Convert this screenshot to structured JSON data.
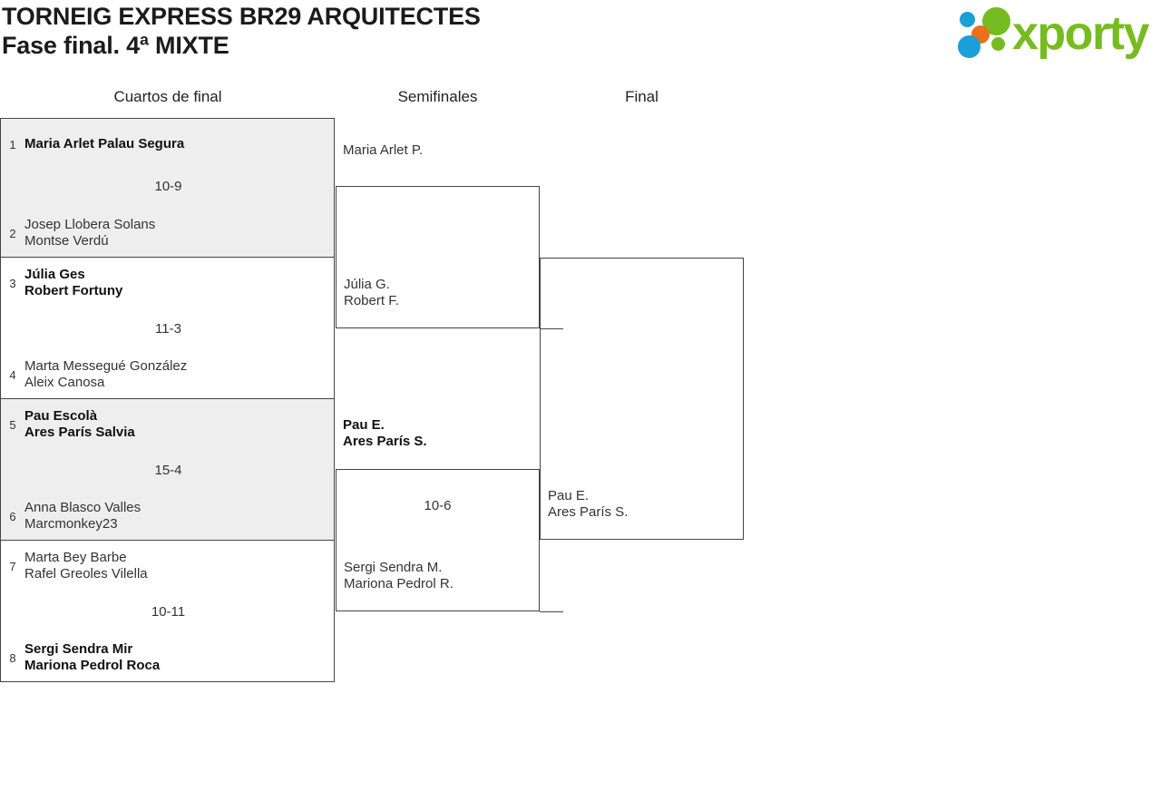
{
  "header": {
    "title_line1": "TORNEIG EXPRESS BR29 ARQUITECTES",
    "title_line2": "Fase final. 4ª MIXTE",
    "logo_text": "xporty",
    "logo_colors": {
      "green": "#76bc21",
      "blue": "#1b9fd9",
      "orange": "#e8711a"
    }
  },
  "rounds": [
    {
      "label": "Cuartos de final"
    },
    {
      "label": "Semifinales"
    },
    {
      "label": "Final"
    }
  ],
  "quarterfinals": [
    {
      "score": "10-9",
      "top": {
        "seed": "1",
        "line1": "Maria Arlet Palau Segura",
        "line2": "",
        "winner": true
      },
      "bottom": {
        "seed": "2",
        "line1": "Josep Llobera Solans",
        "line2": "Montse Verdú",
        "winner": false
      }
    },
    {
      "score": "11-3",
      "top": {
        "seed": "3",
        "line1": "Júlia Ges",
        "line2": "Robert Fortuny",
        "winner": true
      },
      "bottom": {
        "seed": "4",
        "line1": "Marta Messegué González",
        "line2": "Aleix Canosa",
        "winner": false
      }
    },
    {
      "score": "15-4",
      "top": {
        "seed": "5",
        "line1": "Pau Escolà",
        "line2": "Ares París Salvia",
        "winner": true
      },
      "bottom": {
        "seed": "6",
        "line1": "Anna Blasco Valles",
        "line2": "Marcmonkey23",
        "winner": false
      }
    },
    {
      "score": "10-11",
      "top": {
        "seed": "7",
        "line1": "Marta Bey Barbe",
        "line2": "Rafel Greoles Vilella",
        "winner": false
      },
      "bottom": {
        "seed": "8",
        "line1": "Sergi Sendra Mir",
        "line2": "Mariona Pedrol Roca",
        "winner": true
      }
    }
  ],
  "semifinals": [
    {
      "score": "",
      "top": {
        "line1": "Maria Arlet P.",
        "line2": "",
        "winner": false
      },
      "bottom": {
        "line1": "Júlia G.",
        "line2": "Robert F.",
        "winner": false
      }
    },
    {
      "score": "10-6",
      "top": {
        "line1": "Pau E.",
        "line2": "Ares París S.",
        "winner": true
      },
      "bottom": {
        "line1": "Sergi Sendra M.",
        "line2": "Mariona Pedrol R.",
        "winner": false
      }
    }
  ],
  "final": {
    "score": "",
    "top": {
      "line1": "",
      "line2": "",
      "winner": false
    },
    "bottom": {
      "line1": "Pau E.",
      "line2": "Ares París S.",
      "winner": false
    }
  }
}
